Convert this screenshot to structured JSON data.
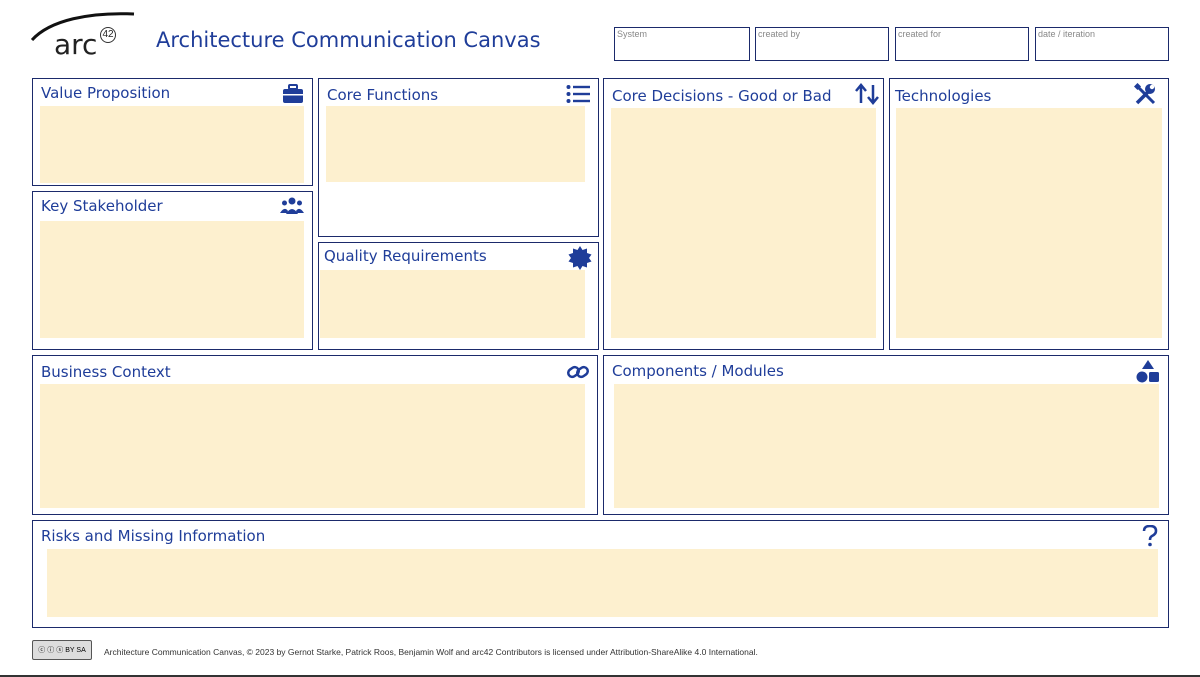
{
  "logo": {
    "text": "arc",
    "superscript": "42"
  },
  "title": "Architecture Communication Canvas",
  "meta_fields": [
    {
      "label": "System"
    },
    {
      "label": "created by"
    },
    {
      "label": "created for"
    },
    {
      "label": "date / iteration"
    }
  ],
  "panels": {
    "value_proposition": {
      "title": "Value Proposition",
      "icon": "briefcase-icon"
    },
    "key_stakeholder": {
      "title": "Key Stakeholder",
      "icon": "people-icon"
    },
    "core_functions": {
      "title": "Core Functions",
      "icon": "list-icon"
    },
    "quality_requirements": {
      "title": "Quality Requirements",
      "icon": "badge-icon"
    },
    "core_decisions": {
      "title": "Core Decisions - Good or Bad",
      "icon": "up-down-arrows-icon"
    },
    "technologies": {
      "title": "Technologies",
      "icon": "tools-icon"
    },
    "business_context": {
      "title": "Business Context",
      "icon": "link-icon"
    },
    "components_modules": {
      "title": "Components / Modules",
      "icon": "shapes-icon"
    },
    "risks": {
      "title": "Risks and Missing Information",
      "icon": "question-icon"
    }
  },
  "footer": {
    "license_badge": "BY SA",
    "text": "Architecture Communication Canvas, © 2023 by Gernot Starke, Patrick Roos, Benjamin Wolf and arc42 Contributors is licensed under Attribution-ShareAlike 4.0 International."
  },
  "colors": {
    "accent": "#1f3d99",
    "border": "#1b2a6b",
    "note_fill": "#fdf0cf"
  }
}
